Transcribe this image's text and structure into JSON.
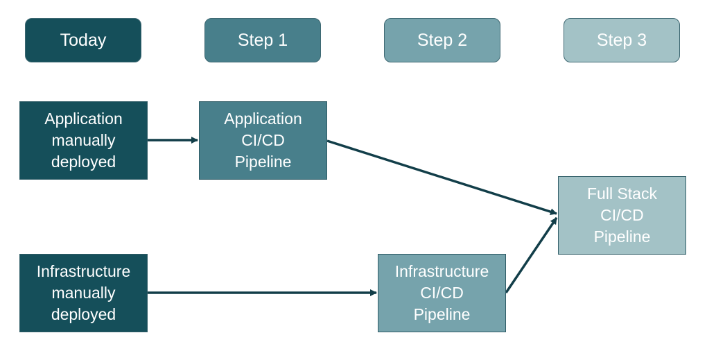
{
  "colors": {
    "today": "#154f5a",
    "step1": "#487f8b",
    "step2": "#76a3ac",
    "step3": "#a3c2c6",
    "arrow": "#123e49"
  },
  "stages": [
    {
      "id": "today",
      "label": "Today"
    },
    {
      "id": "step1",
      "label": "Step 1"
    },
    {
      "id": "step2",
      "label": "Step 2"
    },
    {
      "id": "step3",
      "label": "Step 3"
    }
  ],
  "nodes": {
    "app_manual": {
      "label": "Application\nmanually\ndeployed",
      "stage": "today"
    },
    "app_cicd": {
      "label": "Application\nCI/CD\nPipeline",
      "stage": "step1"
    },
    "infra_manual": {
      "label": "Infrastructure\nmanually\ndeployed",
      "stage": "today"
    },
    "infra_cicd": {
      "label": "Infrastructure\nCI/CD\nPipeline",
      "stage": "step2"
    },
    "full_stack": {
      "label": "Full Stack\nCI/CD\nPipeline",
      "stage": "step3"
    }
  },
  "edges": [
    {
      "from": "app_manual",
      "to": "app_cicd"
    },
    {
      "from": "app_cicd",
      "to": "full_stack"
    },
    {
      "from": "infra_manual",
      "to": "infra_cicd"
    },
    {
      "from": "infra_cicd",
      "to": "full_stack"
    }
  ]
}
